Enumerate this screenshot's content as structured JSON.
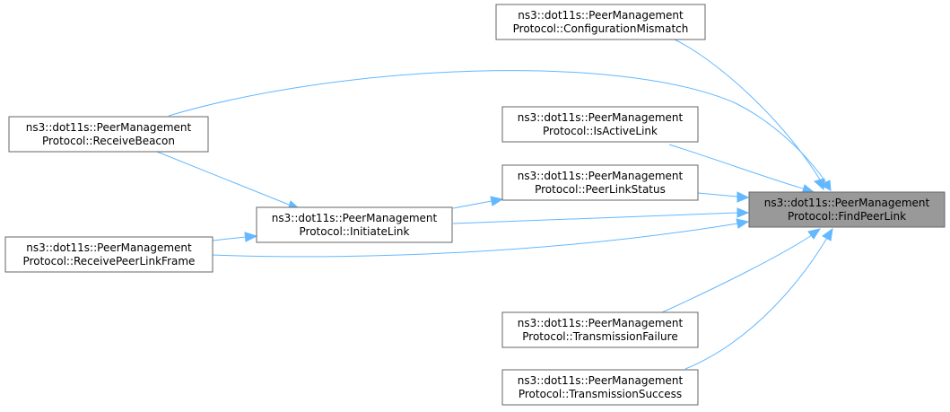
{
  "diagram": {
    "nodes": {
      "configuration_mismatch": {
        "line1": "ns3::dot11s::PeerManagement",
        "line2": "Protocol::ConfigurationMismatch"
      },
      "receive_beacon": {
        "line1": "ns3::dot11s::PeerManagement",
        "line2": "Protocol::ReceiveBeacon"
      },
      "is_active_link": {
        "line1": "ns3::dot11s::PeerManagement",
        "line2": "Protocol::IsActiveLink"
      },
      "peer_link_status": {
        "line1": "ns3::dot11s::PeerManagement",
        "line2": "Protocol::PeerLinkStatus"
      },
      "find_peer_link": {
        "line1": "ns3::dot11s::PeerManagement",
        "line2": "Protocol::FindPeerLink"
      },
      "initiate_link": {
        "line1": "ns3::dot11s::PeerManagement",
        "line2": "Protocol::InitiateLink"
      },
      "receive_peer_link_frame": {
        "line1": "ns3::dot11s::PeerManagement",
        "line2": "Protocol::ReceivePeerLinkFrame"
      },
      "transmission_failure": {
        "line1": "ns3::dot11s::PeerManagement",
        "line2": "Protocol::TransmissionFailure"
      },
      "transmission_success": {
        "line1": "ns3::dot11s::PeerManagement",
        "line2": "Protocol::TransmissionSuccess"
      }
    },
    "edges": [
      {
        "from": "configuration_mismatch",
        "to": "find_peer_link"
      },
      {
        "from": "receive_beacon",
        "to": "find_peer_link"
      },
      {
        "from": "receive_beacon",
        "to": "initiate_link"
      },
      {
        "from": "is_active_link",
        "to": "find_peer_link"
      },
      {
        "from": "peer_link_status",
        "to": "find_peer_link"
      },
      {
        "from": "initiate_link",
        "to": "peer_link_status"
      },
      {
        "from": "initiate_link",
        "to": "find_peer_link"
      },
      {
        "from": "receive_peer_link_frame",
        "to": "initiate_link"
      },
      {
        "from": "receive_peer_link_frame",
        "to": "find_peer_link"
      },
      {
        "from": "transmission_failure",
        "to": "find_peer_link"
      },
      {
        "from": "transmission_success",
        "to": "find_peer_link"
      }
    ],
    "colors": {
      "edge": "#63b8ff",
      "node_border": "#666666",
      "focus_fill": "#999999"
    }
  }
}
